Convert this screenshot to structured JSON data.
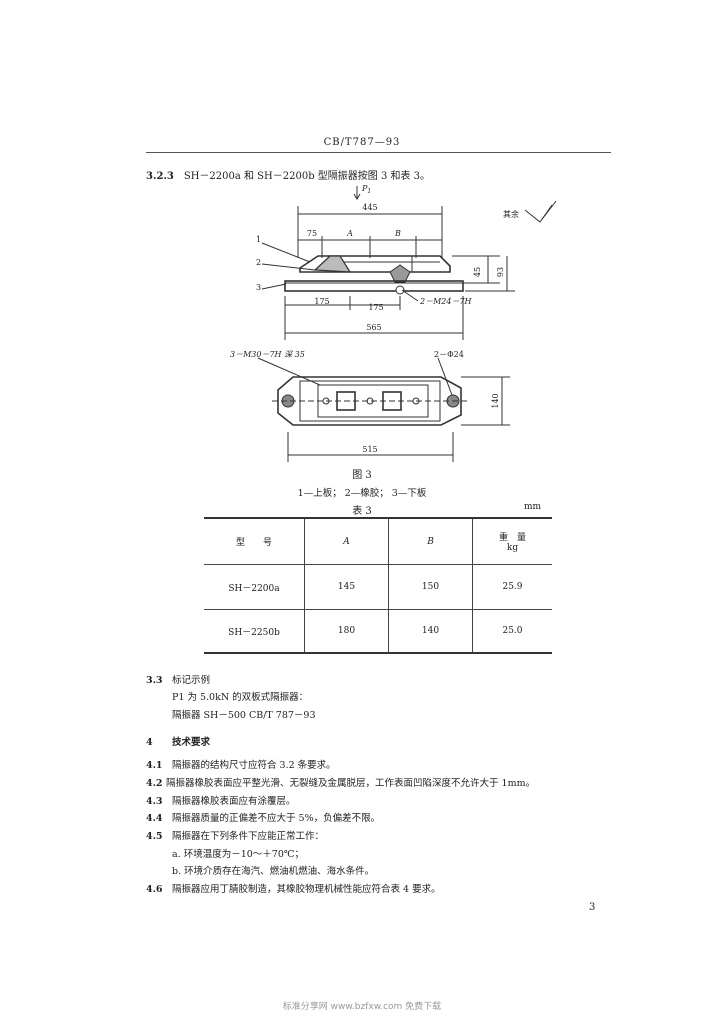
{
  "header": "CB/T787—93",
  "section_323": {
    "num": "3.2.3",
    "text": "SH－2200a 和 SH－2200b 型隔振器按图 3 和表 3。"
  },
  "drawing": {
    "load": "P",
    "load_sub": "1",
    "rough": "其余",
    "dim_445": "445",
    "dim_75": "75",
    "dim_A": "A",
    "dim_B": "B",
    "dim_45": "45",
    "dim_93": "93",
    "dim_175a": "175",
    "dim_175b": "175",
    "dim_565": "565",
    "dim_515": "515",
    "dim_140": "140",
    "bolt_label": "2－M24－7H",
    "hole_label": "3－M30－7H 深 35",
    "dia_label": "2－Φ24",
    "part_1": "1",
    "part_2": "2",
    "part_3": "3"
  },
  "fig_caption": "图 3",
  "fig_legend": "1—上板；  2—橡胶；  3—下板",
  "table": {
    "title": "表 3",
    "unit": "mm",
    "headers": {
      "model": "型　　号",
      "a": "A",
      "b": "B",
      "weight": "重　量",
      "weight_unit": "kg"
    },
    "rows": [
      {
        "model": "SH－2200a",
        "a": "145",
        "b": "150",
        "weight": "25.9"
      },
      {
        "model": "SH－2250b",
        "a": "180",
        "b": "140",
        "weight": "25.0"
      }
    ]
  },
  "section_33": {
    "num": "3.3",
    "title": "标记示例",
    "line1": "P1 为 5.0kN 的双板式隔振器：",
    "line2": "隔振器 SH－500 CB/T 787－93"
  },
  "section_4": {
    "num": "4",
    "title": "技术要求"
  },
  "items": [
    {
      "num": "4.1",
      "text": "隔振器的结构尺寸应符合 3.2 条要求。"
    },
    {
      "num": "4.2",
      "text": "隔振器橡胶表面应平整光滑、无裂缝及金属脱层，工作表面凹陷深度不允许大于 1mm。"
    },
    {
      "num": "4.3",
      "text": "隔振器橡胶表面应有涂覆层。"
    },
    {
      "num": "4.4",
      "text": "隔振器质量的正偏差不应大于 5%，负偏差不限。"
    },
    {
      "num": "4.5",
      "text": "隔振器在下列条件下应能正常工作："
    },
    {
      "num": "",
      "text": "a. 环境温度为－10～＋70℃；"
    },
    {
      "num": "",
      "text": "b. 环境介质存在海汽、燃油机燃油、海水条件。"
    },
    {
      "num": "4.6",
      "text": "隔振器应用丁腈胶制造，其橡胶物理机械性能应符合表 4 要求。"
    }
  ],
  "page_number": "3",
  "watermark": "标准分享网 www.bzfxw.com 免费下载"
}
